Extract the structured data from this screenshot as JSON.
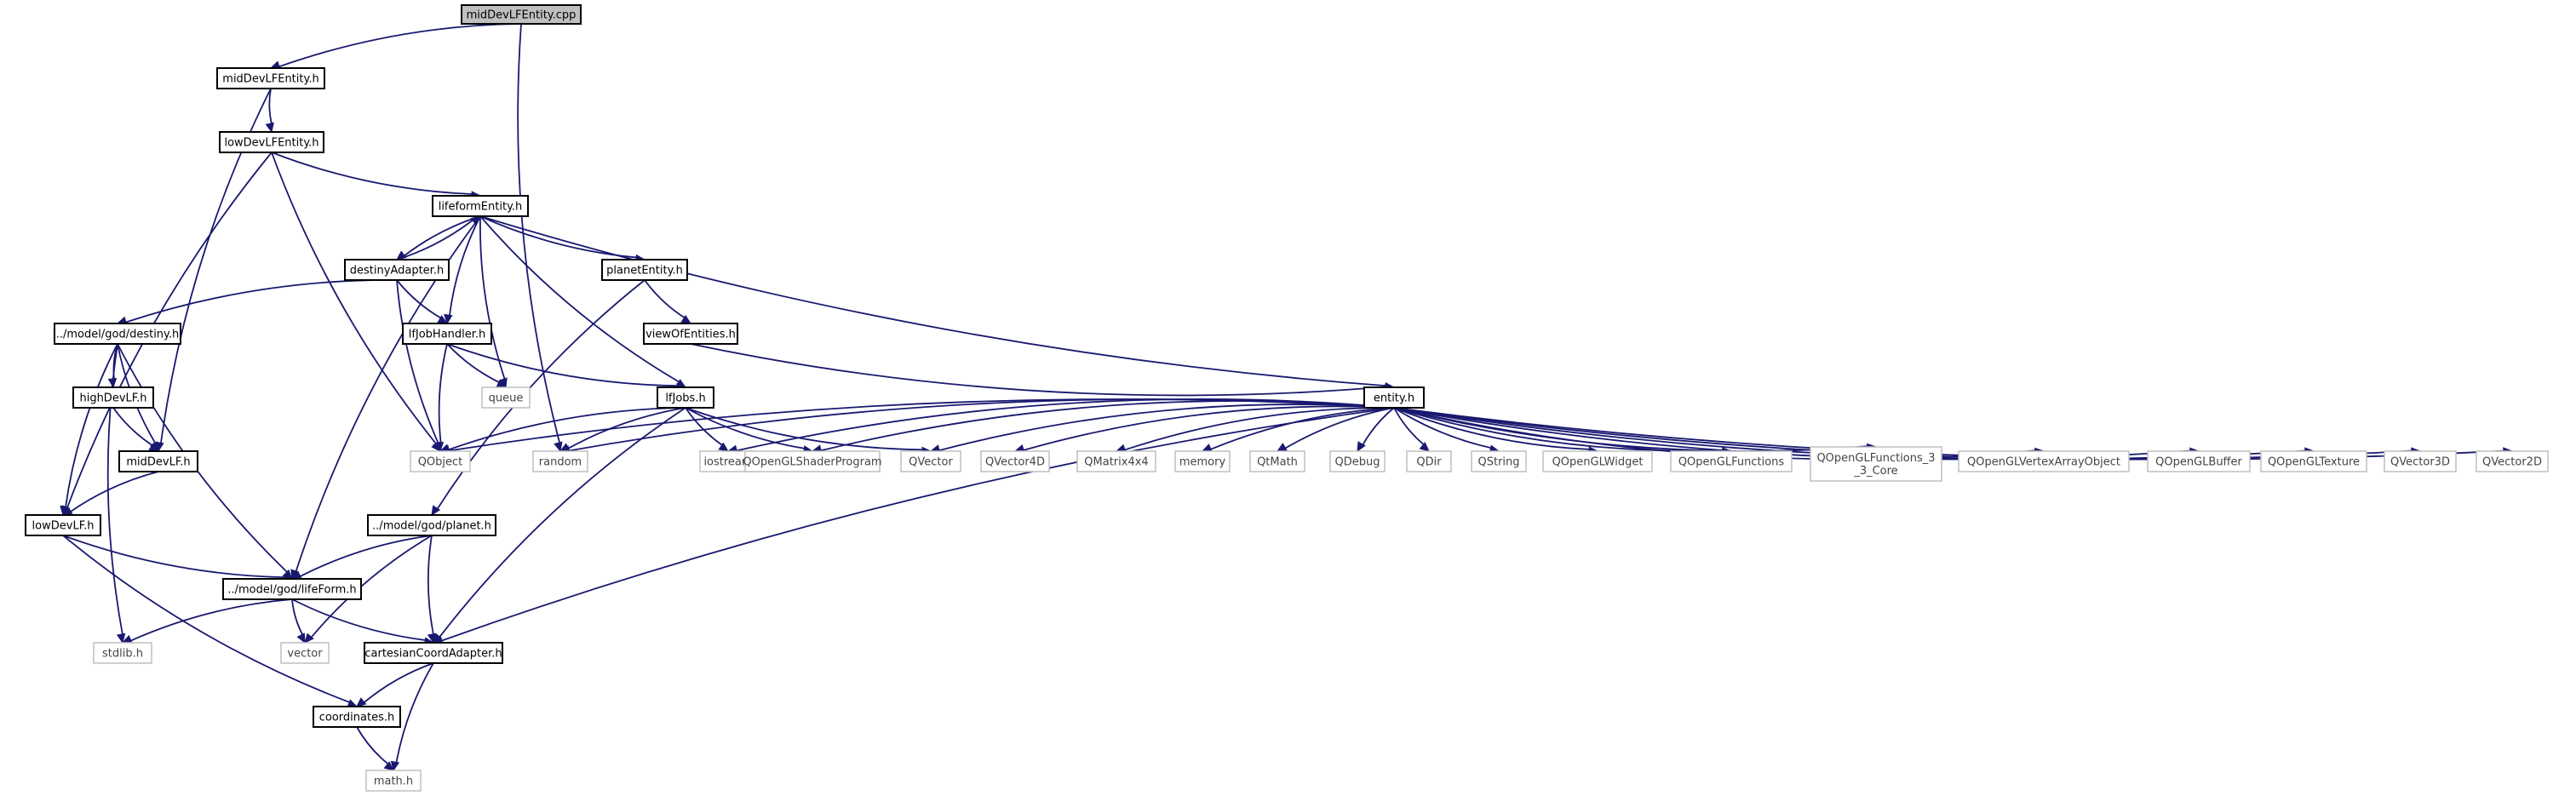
{
  "diagram": {
    "colors": {
      "edge": "#191970",
      "root_fill": "#bfbfbf",
      "ext_border": "#bfbfbf"
    },
    "nodes": [
      {
        "id": "root",
        "label": "midDevLFEntity.cpp",
        "kind": "root"
      },
      {
        "id": "midEnt",
        "label": "midDevLFEntity.h",
        "kind": "file"
      },
      {
        "id": "lowEnt",
        "label": "lowDevLFEntity.h",
        "kind": "file"
      },
      {
        "id": "lifeform",
        "label": "lifeformEntity.h",
        "kind": "file"
      },
      {
        "id": "destAd",
        "label": "destinyAdapter.h",
        "kind": "file"
      },
      {
        "id": "planetEnt",
        "label": "planetEntity.h",
        "kind": "file"
      },
      {
        "id": "destiny",
        "label": "../model/god/destiny.h",
        "kind": "file"
      },
      {
        "id": "lfJobH",
        "label": "lfJobHandler.h",
        "kind": "file"
      },
      {
        "id": "viewOf",
        "label": "viewOfEntities.h",
        "kind": "file"
      },
      {
        "id": "highDev",
        "label": "highDevLF.h",
        "kind": "file"
      },
      {
        "id": "queue",
        "label": "queue",
        "kind": "ext"
      },
      {
        "id": "lfJobs",
        "label": "lfJobs.h",
        "kind": "file"
      },
      {
        "id": "entity",
        "label": "entity.h",
        "kind": "file"
      },
      {
        "id": "midDevLF",
        "label": "midDevLF.h",
        "kind": "file"
      },
      {
        "id": "QObject",
        "label": "QObject",
        "kind": "ext"
      },
      {
        "id": "random",
        "label": "random",
        "kind": "ext"
      },
      {
        "id": "iostream",
        "label": "iostream",
        "kind": "ext"
      },
      {
        "id": "QOGLShaderProgram",
        "label": "QOpenGLShaderProgram",
        "kind": "ext"
      },
      {
        "id": "QVector",
        "label": "QVector",
        "kind": "ext"
      },
      {
        "id": "QVector4D",
        "label": "QVector4D",
        "kind": "ext"
      },
      {
        "id": "QMatrix4x4",
        "label": "QMatrix4x4",
        "kind": "ext"
      },
      {
        "id": "memory",
        "label": "memory",
        "kind": "ext"
      },
      {
        "id": "QtMath",
        "label": "QtMath",
        "kind": "ext"
      },
      {
        "id": "QDebug",
        "label": "QDebug",
        "kind": "ext"
      },
      {
        "id": "QDir",
        "label": "QDir",
        "kind": "ext"
      },
      {
        "id": "QString",
        "label": "QString",
        "kind": "ext"
      },
      {
        "id": "QOGLWidget",
        "label": "QOpenGLWidget",
        "kind": "ext"
      },
      {
        "id": "QOGLFunctions",
        "label": "QOpenGLFunctions",
        "kind": "ext"
      },
      {
        "id": "QOGLFunctions33",
        "label": "QOpenGLFunctions_3\n_3_Core",
        "kind": "ext"
      },
      {
        "id": "QOGLVAO",
        "label": "QOpenGLVertexArrayObject",
        "kind": "ext"
      },
      {
        "id": "QOGLBuffer",
        "label": "QOpenGLBuffer",
        "kind": "ext"
      },
      {
        "id": "QOGLTexture",
        "label": "QOpenGLTexture",
        "kind": "ext"
      },
      {
        "id": "QVector3D",
        "label": "QVector3D",
        "kind": "ext"
      },
      {
        "id": "QVector2D",
        "label": "QVector2D",
        "kind": "ext"
      },
      {
        "id": "lowDevLF",
        "label": "lowDevLF.h",
        "kind": "file"
      },
      {
        "id": "planetH",
        "label": "../model/god/planet.h",
        "kind": "file"
      },
      {
        "id": "lifeForm",
        "label": "../model/god/lifeForm.h",
        "kind": "file"
      },
      {
        "id": "stdlib",
        "label": "stdlib.h",
        "kind": "ext"
      },
      {
        "id": "vector",
        "label": "vector",
        "kind": "ext"
      },
      {
        "id": "cartesian",
        "label": "cartesianCoordAdapter.h",
        "kind": "file"
      },
      {
        "id": "coords",
        "label": "coordinates.h",
        "kind": "file"
      },
      {
        "id": "math",
        "label": "math.h",
        "kind": "ext"
      }
    ],
    "edges": [
      [
        "root",
        "midEnt"
      ],
      [
        "root",
        "random"
      ],
      [
        "midEnt",
        "lowEnt"
      ],
      [
        "midEnt",
        "midDevLF"
      ],
      [
        "lowEnt",
        "lifeform"
      ],
      [
        "lowEnt",
        "QObject"
      ],
      [
        "lowEnt",
        "lowDevLF"
      ],
      [
        "lifeform",
        "destAd"
      ],
      [
        "lifeform",
        "planetEnt"
      ],
      [
        "lifeform",
        "lfJobH"
      ],
      [
        "lifeform",
        "queue"
      ],
      [
        "lifeform",
        "lfJobs"
      ],
      [
        "lifeform",
        "entity"
      ],
      [
        "lifeform",
        "lifeForm"
      ],
      [
        "destAd",
        "lifeform"
      ],
      [
        "destAd",
        "destiny"
      ],
      [
        "destAd",
        "lfJobH"
      ],
      [
        "destAd",
        "QObject"
      ],
      [
        "planetEnt",
        "viewOf"
      ],
      [
        "planetEnt",
        "planetH"
      ],
      [
        "viewOf",
        "entity"
      ],
      [
        "lfJobH",
        "queue"
      ],
      [
        "lfJobH",
        "lfJobs"
      ],
      [
        "lfJobH",
        "QObject"
      ],
      [
        "destiny",
        "highDev"
      ],
      [
        "destiny",
        "midDevLF"
      ],
      [
        "destiny",
        "lowDevLF"
      ],
      [
        "destiny",
        "lifeForm"
      ],
      [
        "destiny",
        "stdlib"
      ],
      [
        "highDev",
        "midDevLF"
      ],
      [
        "midDevLF",
        "lowDevLF"
      ],
      [
        "lfJobs",
        "QObject"
      ],
      [
        "lfJobs",
        "random"
      ],
      [
        "lfJobs",
        "iostream"
      ],
      [
        "lfJobs",
        "QOGLShaderProgram"
      ],
      [
        "lfJobs",
        "QVector"
      ],
      [
        "lfJobs",
        "cartesian"
      ],
      [
        "entity",
        "QObject"
      ],
      [
        "entity",
        "random"
      ],
      [
        "entity",
        "iostream"
      ],
      [
        "entity",
        "QOGLShaderProgram"
      ],
      [
        "entity",
        "QVector"
      ],
      [
        "entity",
        "QVector4D"
      ],
      [
        "entity",
        "QMatrix4x4"
      ],
      [
        "entity",
        "memory"
      ],
      [
        "entity",
        "QtMath"
      ],
      [
        "entity",
        "QDebug"
      ],
      [
        "entity",
        "QDir"
      ],
      [
        "entity",
        "QString"
      ],
      [
        "entity",
        "QOGLWidget"
      ],
      [
        "entity",
        "QOGLFunctions"
      ],
      [
        "entity",
        "QOGLFunctions33"
      ],
      [
        "entity",
        "QOGLVAO"
      ],
      [
        "entity",
        "QOGLBuffer"
      ],
      [
        "entity",
        "QOGLTexture"
      ],
      [
        "entity",
        "QVector3D"
      ],
      [
        "entity",
        "QVector2D"
      ],
      [
        "entity",
        "cartesian"
      ],
      [
        "lowDevLF",
        "lifeForm"
      ],
      [
        "lowDevLF",
        "coords"
      ],
      [
        "planetH",
        "lifeForm"
      ],
      [
        "planetH",
        "vector"
      ],
      [
        "planetH",
        "cartesian"
      ],
      [
        "lifeForm",
        "stdlib"
      ],
      [
        "lifeForm",
        "vector"
      ],
      [
        "lifeForm",
        "cartesian"
      ],
      [
        "cartesian",
        "coords"
      ],
      [
        "cartesian",
        "math"
      ],
      [
        "coords",
        "math"
      ]
    ]
  }
}
